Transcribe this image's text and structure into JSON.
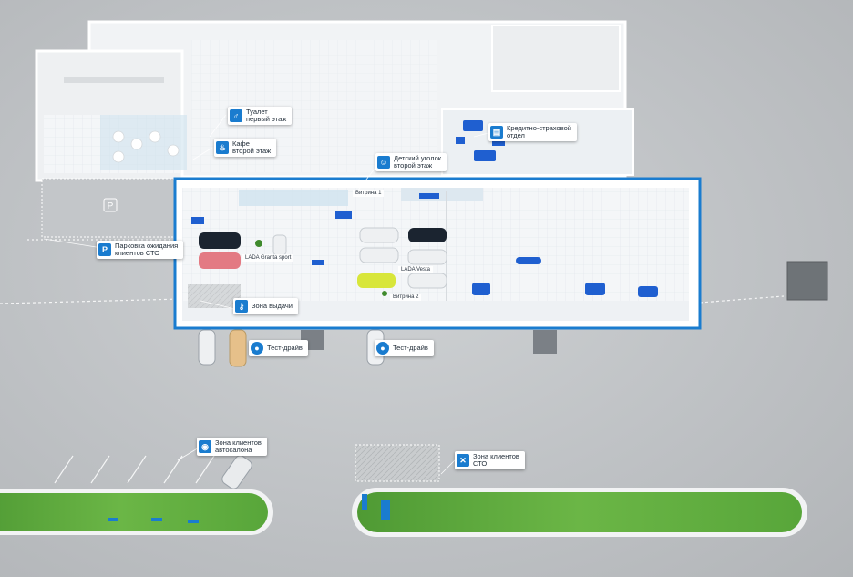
{
  "labels": {
    "toilet": "Туалет\nпервый этаж",
    "cafe": "Кафе\nвторой этаж",
    "credit": "Кредитно-страховой\nотдел",
    "kids": "Детский уголок\nвторой этаж",
    "parking": "Парковка ожидания\nклиентов СТО",
    "zone_issue": "Зона выдачи",
    "test_drive_1": "Тест-драйв",
    "test_drive_2": "Тест-драйв",
    "showroom_clients": "Зона клиентов\nавтосалона",
    "service_clients": "Зона клиентов\nСТО"
  },
  "tags": {
    "vitrina_1": "Витрина 1",
    "vitrina_2": "Витрина 2",
    "granta": "LADA Granta sport",
    "vesta": "LADA Vesta"
  },
  "icons": {
    "toilet": "restroom-icon",
    "cafe": "cutlery-icon",
    "credit": "credit-card-icon",
    "kids": "child-icon",
    "parking": "parking-icon",
    "zone_issue": "key-icon",
    "test_drive": "car-icon",
    "showroom_clients": "car-icon",
    "service_clients": "wrench-icon"
  },
  "colors": {
    "accent": "#1a7ccf",
    "furniture": "#1f5fd0",
    "grass": "#5aa83a",
    "asphalt": "#bfc2c5",
    "floor": "#f3f5f7"
  }
}
